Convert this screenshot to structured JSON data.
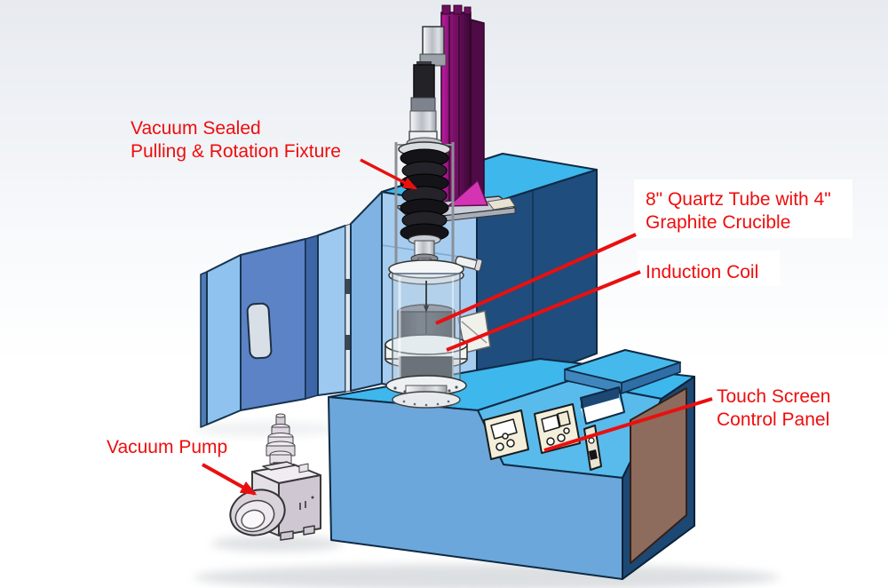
{
  "figure": {
    "type": "annotated-3d-cad-diagram",
    "subject": "Crystal growth furnace with pulling fixture, quartz tube, induction coil, control panel and vacuum pump"
  },
  "annotation": {
    "color": "#ef0d0d",
    "labels": {
      "pulling_fixture": {
        "line1": "Vacuum Sealed",
        "line2": "Pulling & Rotation Fixture"
      },
      "quartz_tube": {
        "line1": "8\" Quartz Tube with 4\"",
        "line2": "Graphite Crucible"
      },
      "induction_coil": {
        "line1": "Induction Coil"
      },
      "touch_screen": {
        "line1": "Touch Screen",
        "line2": "Control Panel"
      },
      "vacuum_pump": {
        "line1": "Vacuum Pump"
      }
    }
  },
  "machine": {
    "parts": [
      {
        "name": "pulling-rotation-fixture",
        "color": "#8e1379"
      },
      {
        "name": "vacuum-bellows",
        "color": "#141418"
      },
      {
        "name": "upper-chamber",
        "color": "#3eb7ec"
      },
      {
        "name": "chamber-door",
        "color": "#5b83c5"
      },
      {
        "name": "quartz-tube",
        "color": "#c6d6e4"
      },
      {
        "name": "graphite-crucible",
        "color": "#2c2c32"
      },
      {
        "name": "induction-coil",
        "color": "#f3f3ee"
      },
      {
        "name": "base-cabinet",
        "color": "#6ba7da"
      },
      {
        "name": "control-panels",
        "color": "#f3efdb"
      },
      {
        "name": "side-panel",
        "color": "#8d6b5d"
      },
      {
        "name": "vacuum-pump",
        "color": "#e5dfe7"
      }
    ]
  }
}
